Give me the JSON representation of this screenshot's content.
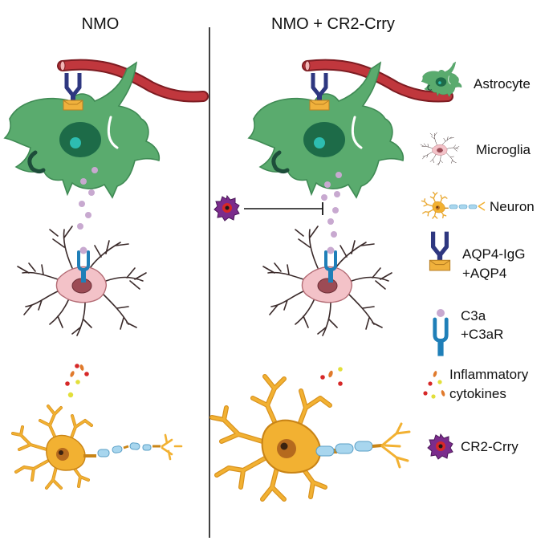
{
  "panels": {
    "left_title": "NMO",
    "right_title": "NMO + CR2-Crry"
  },
  "legend": {
    "astrocyte": "Astrocyte",
    "microglia": "Microglia",
    "neuron": "Neuron",
    "aqp4_line1": "AQP4-IgG",
    "aqp4_line2": "+AQP4",
    "c3a_line1": "C3a",
    "c3a_line2": "+C3aR",
    "cytokines_line1": "Inflammatory",
    "cytokines_line2": "cytokines",
    "cr2crry": "CR2-Crry"
  },
  "colors": {
    "astrocyte": "#5aab6e",
    "astrocyte_nucleus": "#1d6b48",
    "vessel": "#b8333a",
    "antibody": "#2e3780",
    "aqp4": "#f0b13c",
    "microglia": "#f3c2c8",
    "microglia_nucleus": "#9c4b55",
    "c3a": "#c8a9d0",
    "c3ar": "#1f7fb8",
    "neuron": "#f2b132",
    "myelin": "#a8d6ee",
    "cr2crry": "#7b2c8c",
    "cytokine_red": "#d62828",
    "cytokine_yellow": "#e2df3a",
    "cytokine_orange": "#e07a2c"
  }
}
